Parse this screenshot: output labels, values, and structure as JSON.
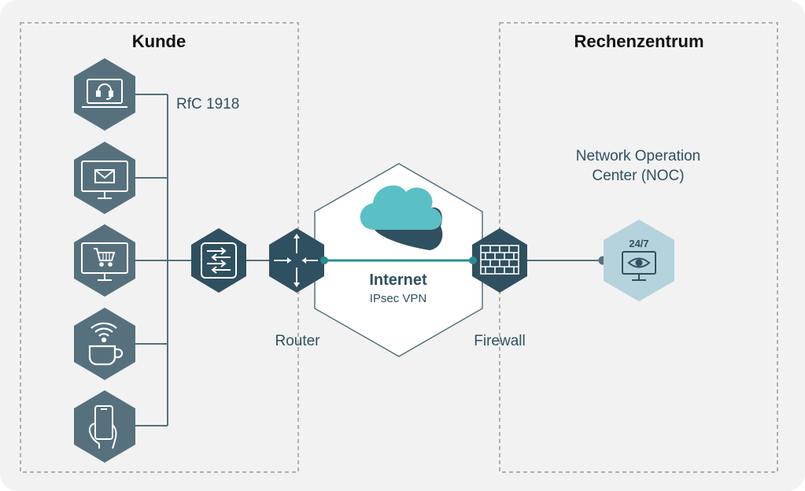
{
  "zones": {
    "customer_title": "Kunde",
    "datacenter_title": "Rechenzentrum"
  },
  "labels": {
    "rfc": "RfC 1918",
    "router": "Router",
    "firewall": "Firewall",
    "internet": "Internet",
    "vpn": "IPsec VPN",
    "noc_line1": "Network Operation",
    "noc_line2": "Center (NOC)",
    "noc_badge": "24/7"
  },
  "client_devices": [
    {
      "icon": "headset-laptop-icon"
    },
    {
      "icon": "email-monitor-icon"
    },
    {
      "icon": "shopping-cart-monitor-icon"
    },
    {
      "icon": "wifi-coffee-cup-icon"
    },
    {
      "icon": "smartphone-hand-icon"
    }
  ],
  "colors": {
    "background": "#f2f2f2",
    "hex_dark": "#56717d",
    "hex_navy": "#2f5060",
    "teal_line": "#2a8d8d",
    "cloud": "#5bbfc6",
    "noc_hex": "#b5d3dc",
    "connector": "#56717d",
    "dash": "#9a9a9a"
  }
}
